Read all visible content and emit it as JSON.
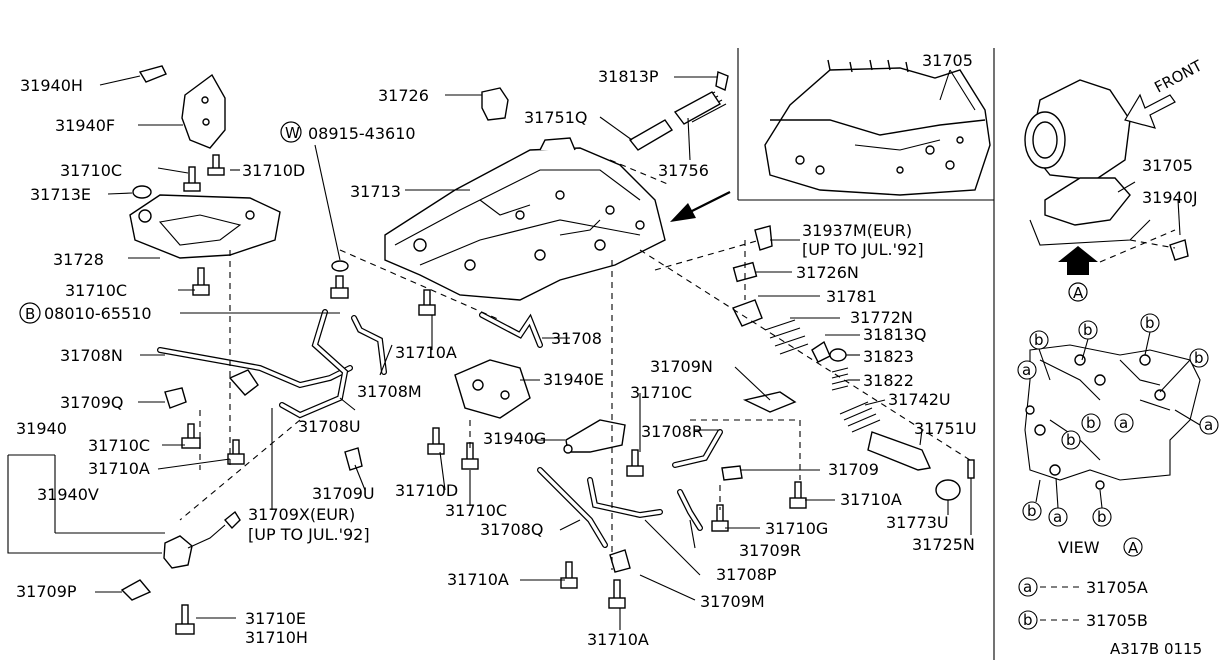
{
  "diagram_code": "A317B 0115",
  "labels": {
    "p31940H": "31940H",
    "p31940F": "31940F",
    "p31710C_a": "31710C",
    "p31710D": "31710D",
    "p31713E": "31713E",
    "p31728": "31728",
    "p31710C_b": "31710C",
    "p08010": "08010-65510",
    "p31708N": "31708N",
    "p31709Q": "31709Q",
    "p31940": "31940",
    "p31710C_c": "31710C",
    "p31710A_a": "31710A",
    "p31940V": "31940V",
    "p31709P": "31709P",
    "p31710E": "31710E",
    "p31710H": "31710H",
    "p31726": "31726",
    "p08915": "08915-43610",
    "p31713": "31713",
    "p31751Q": "31751Q",
    "p31813P": "31813P",
    "p31756": "31756",
    "p31708M": "31708M",
    "p31708U": "31708U",
    "p31709U": "31709U",
    "p31709X": "31709X(EUR)",
    "p31709X_note": "[UP TO JUL.'92]",
    "p31710A_b": "31710A",
    "p31708": "31708",
    "p31940E": "31940E",
    "p31710D_b": "31710D",
    "p31710C_d": "31710C",
    "p31940G": "31940G",
    "p31708Q": "31708Q",
    "p31710A_c": "31710A",
    "p31710A_d": "31710A",
    "p31709N": "31709N",
    "p31710C_e": "31710C",
    "p31708R": "31708R",
    "p31709": "31709",
    "p31710A_e": "31710A",
    "p31710G": "31710G",
    "p31709R": "31709R",
    "p31708P": "31708P",
    "p31709M": "31709M",
    "p31937M": "31937M(EUR)",
    "p31937M_note": "[UP TO JUL.'92]",
    "p31726N": "31726N",
    "p31781": "31781",
    "p31772N": "31772N",
    "p31813Q": "31813Q",
    "p31823": "31823",
    "p31822": "31822",
    "p31742U": "31742U",
    "p31751U": "31751U",
    "p31773U": "31773U",
    "p31725N": "31725N",
    "p31705_top": "31705",
    "p31705_side": "31705",
    "p31940J": "31940J"
  },
  "markers": {
    "W": "W",
    "B": "B",
    "A": "A",
    "a": "a",
    "b": "b"
  },
  "view": {
    "front": "FRONT",
    "view_label": "VIEW",
    "view_marker": "A"
  },
  "legend": [
    {
      "marker": "a",
      "text": "31705A"
    },
    {
      "marker": "b",
      "text": "31705B"
    }
  ]
}
